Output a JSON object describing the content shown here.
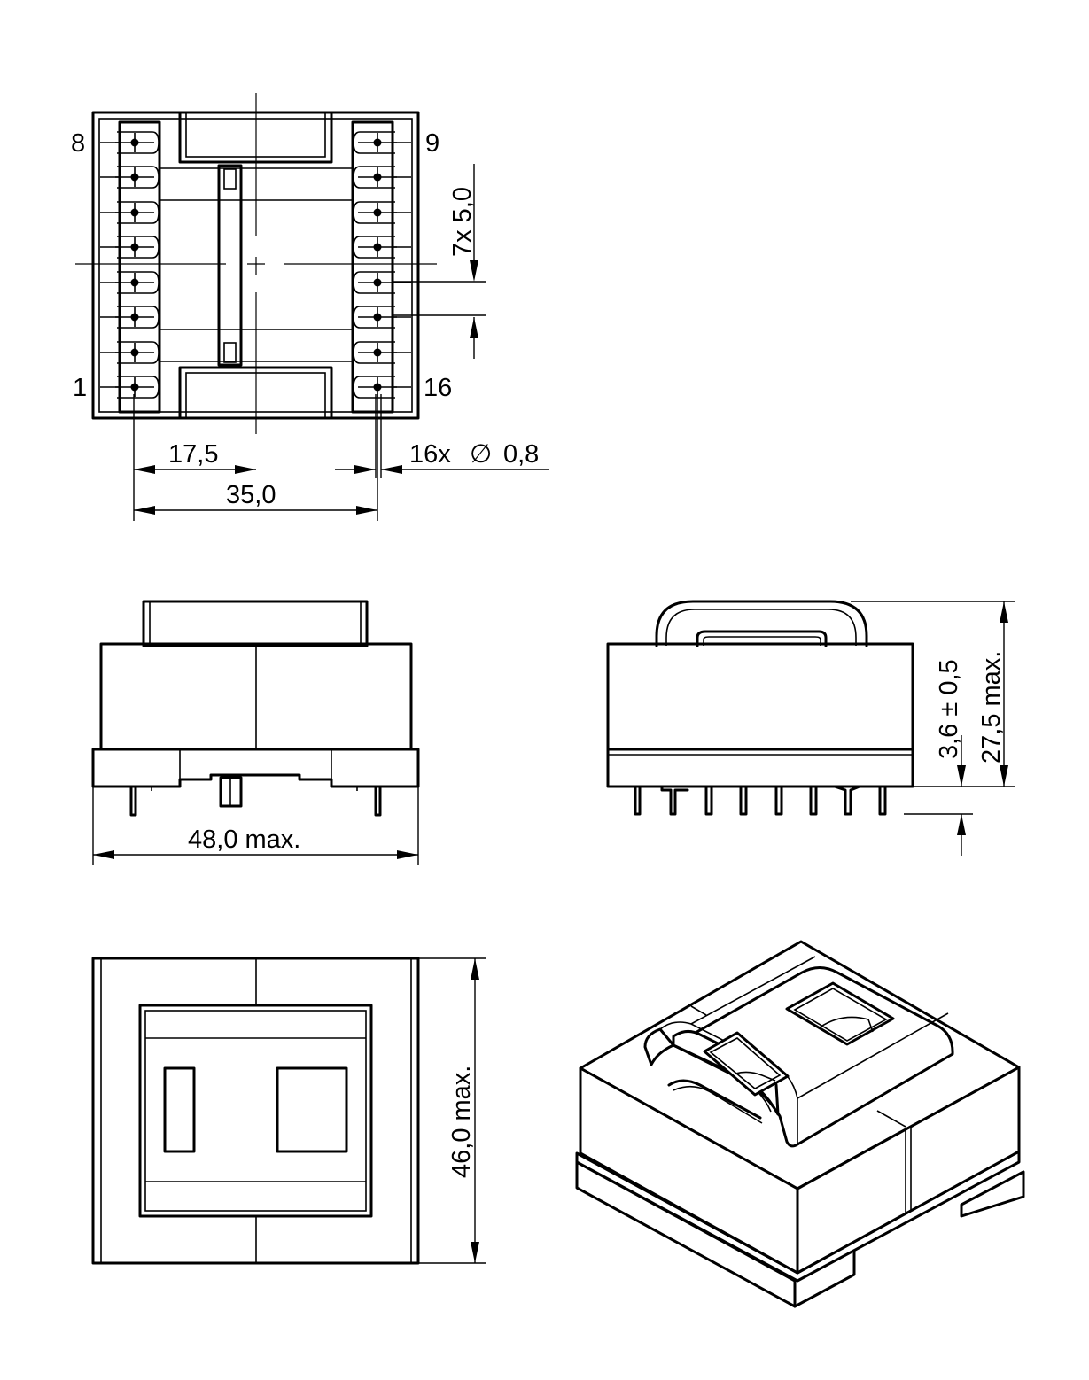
{
  "pin_labels": {
    "p8": "8",
    "p9": "9",
    "p1": "1",
    "p16": "16"
  },
  "dimensions": {
    "pitch": "7x 5,0",
    "half_span": "17,5",
    "span": "35,0",
    "pin_diameter_count": "16x",
    "pin_diameter_symbol": "∅",
    "pin_diameter_value": "0,8",
    "width_max": "48,0  max.",
    "pin_length": "3,6 ± 0,5",
    "height_max": "27,5  max.",
    "depth_max": "46,0  max."
  }
}
